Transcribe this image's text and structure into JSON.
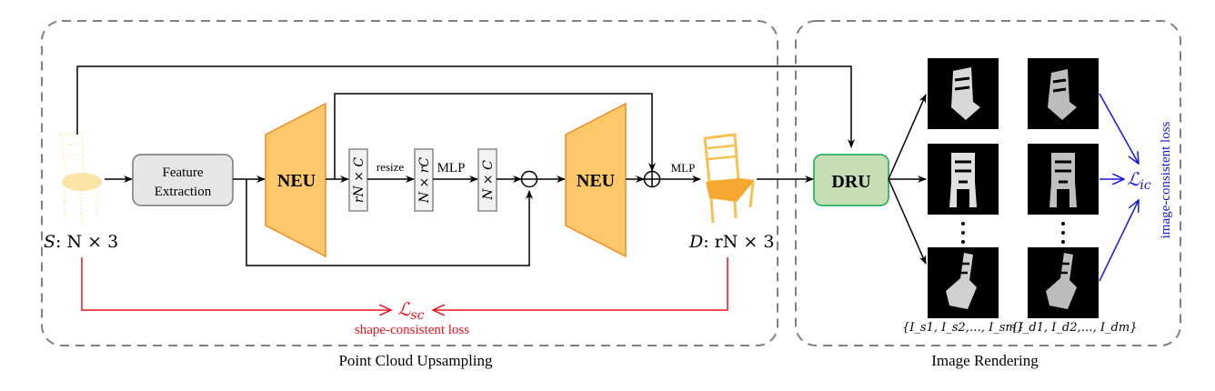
{
  "sections": {
    "left_title": "Point Cloud Upsampling",
    "right_title": "Image Rendering"
  },
  "blocks": {
    "feature_extraction": [
      "Feature",
      "Extraction"
    ],
    "neu1": "NEU",
    "neu2": "NEU",
    "dru": "DRU",
    "dim1": "rN × C",
    "dim2": "N × rC",
    "dim3": "N × C"
  },
  "edge_labels": {
    "resize": "resize",
    "mlp1": "MLP",
    "mlp2": "MLP"
  },
  "inputs": {
    "sparse_label_var": "S",
    "sparse_label_rest": ": N × 3",
    "dense_label_var": "D",
    "dense_label_rest": ": rN × 3"
  },
  "losses": {
    "shape_symbol": "ℒ",
    "shape_sub": "sc",
    "shape_text": "shape-consistent loss",
    "image_symbol": "ℒ",
    "image_sub": "ic",
    "image_text": "image-consistent loss"
  },
  "image_sets": {
    "sparse": "{I_s1, I_s2,…, I_sm}",
    "dense": "{I_d1, I_d2,…, I_dm}"
  },
  "colors": {
    "neu": "#fdc86a",
    "neu_stroke": "#f08c28",
    "dru": "#c5deb5",
    "dru_stroke": "#2db55d",
    "feature": "#e6e6e6",
    "shape_loss": "#e8141c",
    "image_loss": "#1414e6",
    "dashed": "#808080"
  }
}
